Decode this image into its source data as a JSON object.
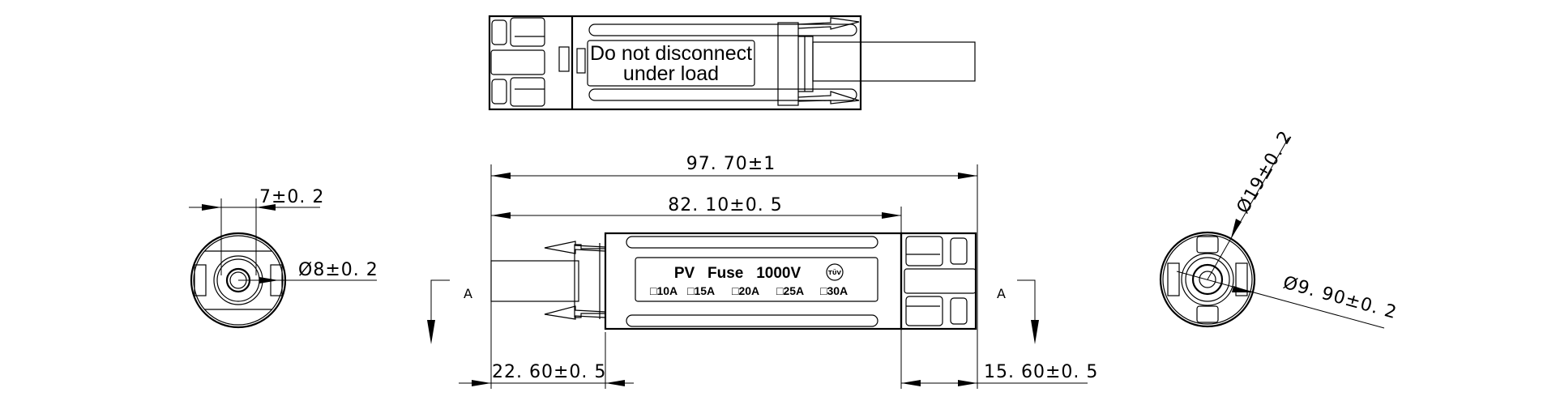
{
  "top_view": {
    "warning_line1": "Do not disconnect",
    "warning_line2": "under load"
  },
  "side_view": {
    "label_title": "PV   Fuse   1000V",
    "cert_mark": "TÜV",
    "ratings": [
      "□10A",
      "□15A",
      "□20A",
      "□25A",
      "□30A"
    ]
  },
  "dimensions": {
    "overall_length": "97. 70±1",
    "body_length": "82. 10±0. 5",
    "cable_end_length": "22. 60±0. 5",
    "connector_end_length": "15. 60±0. 5",
    "left_pin_width": "7±0. 2",
    "left_diameter": "Ø8±0. 2",
    "right_outer_diameter": "Ø19±0. 2",
    "right_inner_diameter": "Ø9. 90±0. 2"
  },
  "section_marks": {
    "left": "A",
    "right": "A"
  }
}
